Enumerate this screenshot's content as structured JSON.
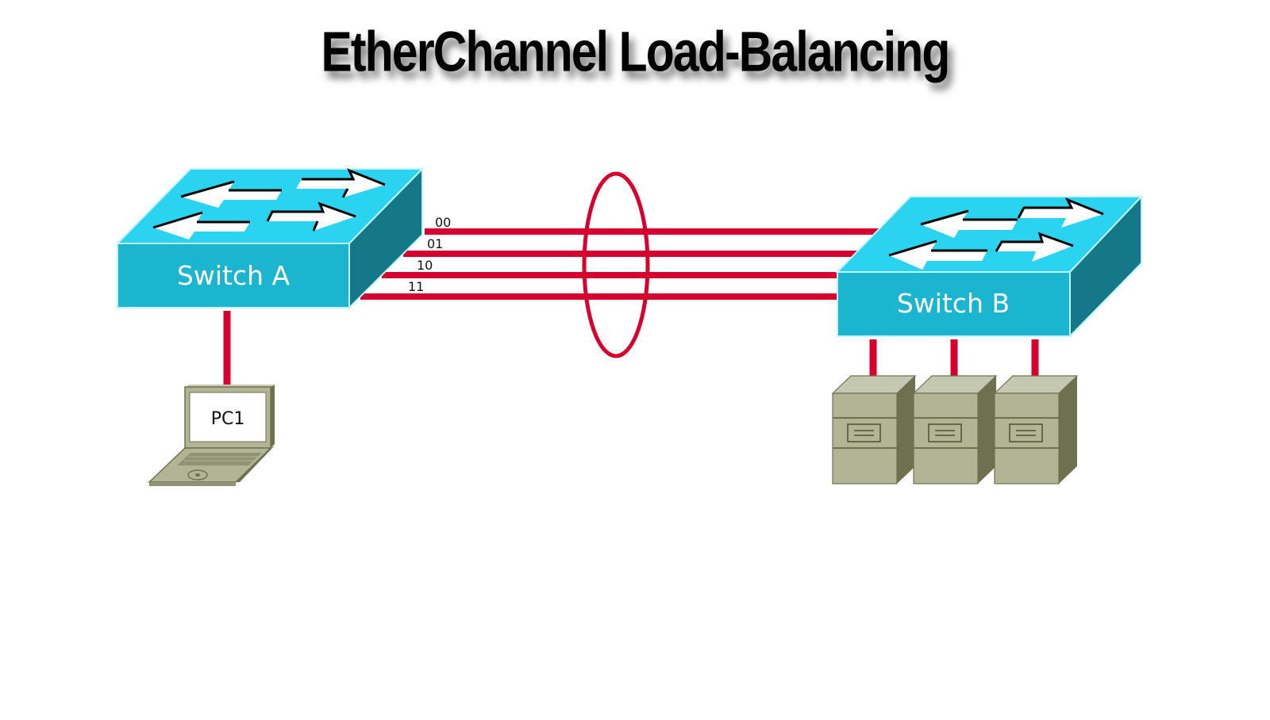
{
  "title": "EtherChannel Load-Balancing",
  "switch_a": {
    "label": "Switch A"
  },
  "switch_b": {
    "label": "Switch B"
  },
  "pc": {
    "label": "PC1"
  },
  "links": [
    {
      "bits": "00"
    },
    {
      "bits": "01"
    },
    {
      "bits": "10"
    },
    {
      "bits": "11"
    }
  ],
  "server_count": 3,
  "colors": {
    "switch_top": "#2ad3ef",
    "switch_front": "#1cb5d0",
    "switch_side": "#147888",
    "link": "#d6002e",
    "device_body": "#b1b596",
    "device_side": "#6d7150"
  }
}
